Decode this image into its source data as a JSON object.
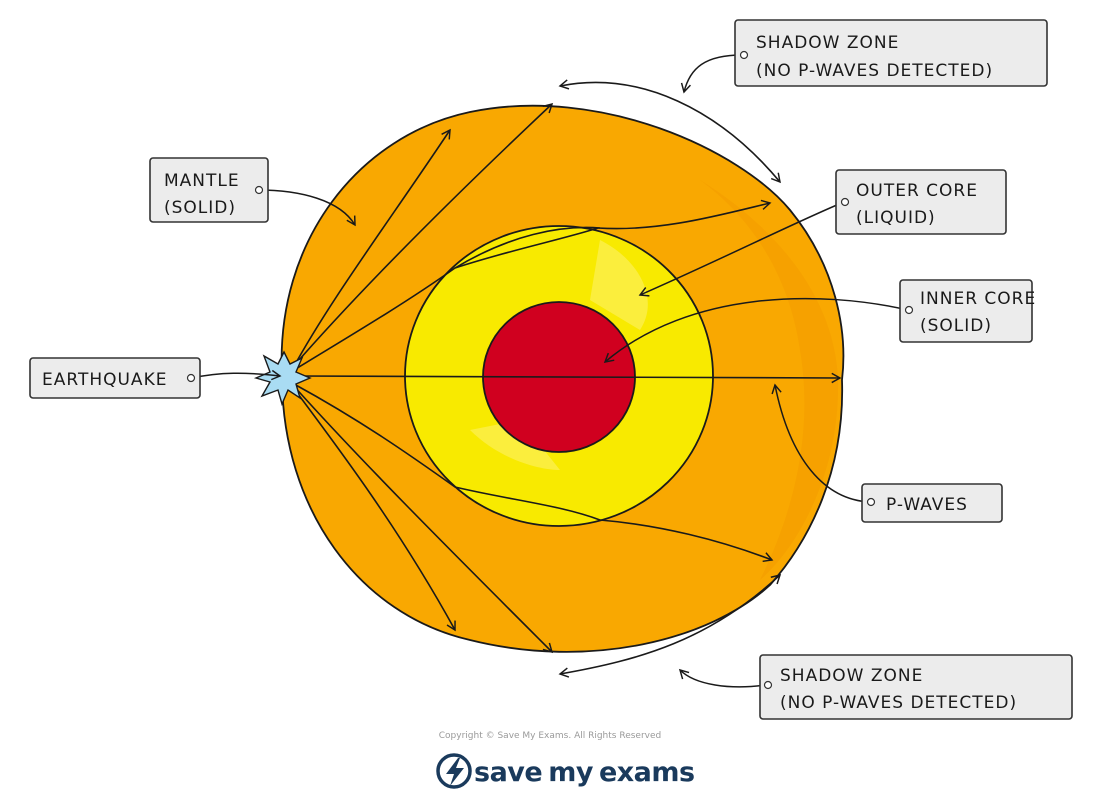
{
  "colors": {
    "mantle": "#f9a801",
    "mantle_shadow": "#f39a00",
    "outer_core": "#f8ea00",
    "inner_core": "#d0001f",
    "earthquake": "#a9dcf3",
    "label_fill": "#ececec",
    "brand": "#1a3a5c"
  },
  "labels": {
    "shadow_top": {
      "line1": "SHADOW ZONE",
      "line2": "(NO P-WAVES DETECTED)"
    },
    "mantle": {
      "line1": "MANTLE",
      "line2": "(SOLID)"
    },
    "outer_core": {
      "line1": "OUTER CORE",
      "line2": "(LIQUID)"
    },
    "inner_core": {
      "line1": "INNER CORE",
      "line2": "(SOLID)"
    },
    "earthquake": {
      "line1": "EARTHQUAKE"
    },
    "p_waves": {
      "line1": "P-WAVES"
    },
    "shadow_bottom": {
      "line1": "SHADOW ZONE",
      "line2": "(NO P-WAVES DETECTED)"
    }
  },
  "footer": {
    "copyright": "Copyright © Save My Exams. All Rights Reserved",
    "brand_save": "save",
    "brand_my": "my",
    "brand_exams": "exams",
    "logo_icon": "lightning-bolt-icon"
  }
}
